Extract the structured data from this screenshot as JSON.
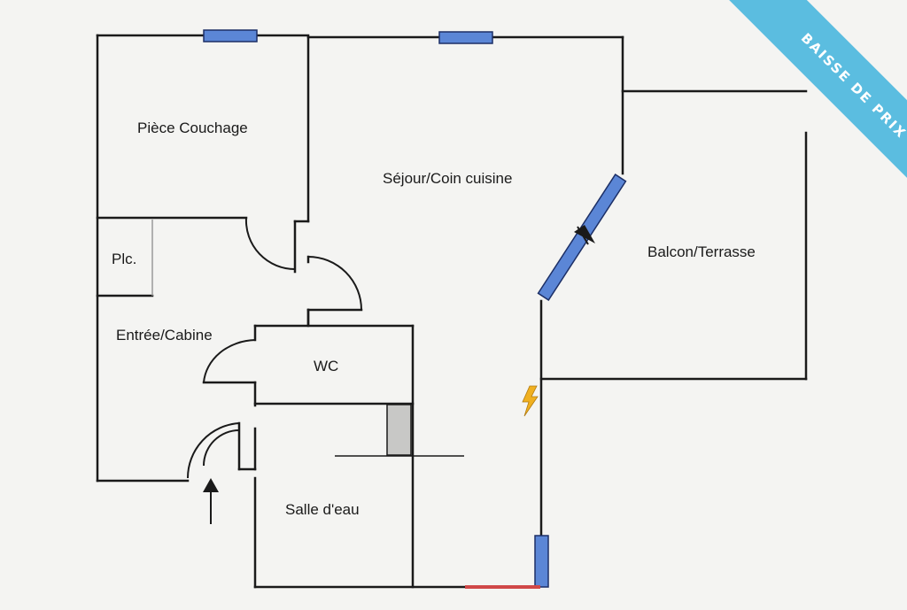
{
  "rooms": {
    "piece_couchage": "Pièce Couchage",
    "sejour": "Séjour/Coin cuisine",
    "balcon": "Balcon/Terrasse",
    "placard": "Plc.",
    "entree": "Entrée/Cabine",
    "wc": "WC",
    "salle_eau": "Salle d'eau"
  },
  "banner": {
    "label": "BAISSE DE PRIX",
    "color": "#5bbde0"
  },
  "colors": {
    "window": "#5b86d6",
    "electric_meter": "#f0b020",
    "entrance_threshold": "#d04848",
    "wall": "#1a1a1a"
  }
}
